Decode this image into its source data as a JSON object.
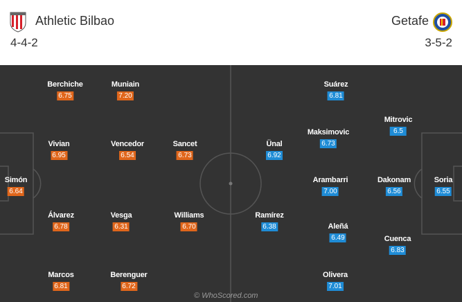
{
  "home": {
    "name": "Athletic Bilbao",
    "formation": "4-4-2",
    "rating_color": "#e0661b",
    "crest": "athletic-bilbao-crest-icon",
    "players": [
      {
        "name": "Berchiche",
        "rating": "6.75"
      },
      {
        "name": "Muniain",
        "rating": "7.20"
      },
      {
        "name": "Vivian",
        "rating": "6.95"
      },
      {
        "name": "Vencedor",
        "rating": "6.54"
      },
      {
        "name": "Sancet",
        "rating": "6.73"
      },
      {
        "name": "Simón",
        "rating": "6.64"
      },
      {
        "name": "Álvarez",
        "rating": "6.78"
      },
      {
        "name": "Vesga",
        "rating": "6.31"
      },
      {
        "name": "Williams",
        "rating": "6.70"
      },
      {
        "name": "Marcos",
        "rating": "6.81"
      },
      {
        "name": "Berenguer",
        "rating": "6.72"
      }
    ]
  },
  "away": {
    "name": "Getafe",
    "formation": "3-5-2",
    "rating_color": "#1f8cd6",
    "crest": "getafe-crest-icon",
    "players": [
      {
        "name": "Suárez",
        "rating": "6.81"
      },
      {
        "name": "Mitrovic",
        "rating": "6.5"
      },
      {
        "name": "Maksimovic",
        "rating": "6.73"
      },
      {
        "name": "Ünal",
        "rating": "6.92"
      },
      {
        "name": "Arambarri",
        "rating": "7.00"
      },
      {
        "name": "Dakonam",
        "rating": "6.56"
      },
      {
        "name": "Soria",
        "rating": "6.55"
      },
      {
        "name": "Ramírez",
        "rating": "6.38"
      },
      {
        "name": "Aleñá",
        "rating": "6.49"
      },
      {
        "name": "Cuenca",
        "rating": "6.83"
      },
      {
        "name": "Olivera",
        "rating": "7.01"
      }
    ]
  },
  "pitch_color": "#333333",
  "watermark": "© WhoScored.com"
}
